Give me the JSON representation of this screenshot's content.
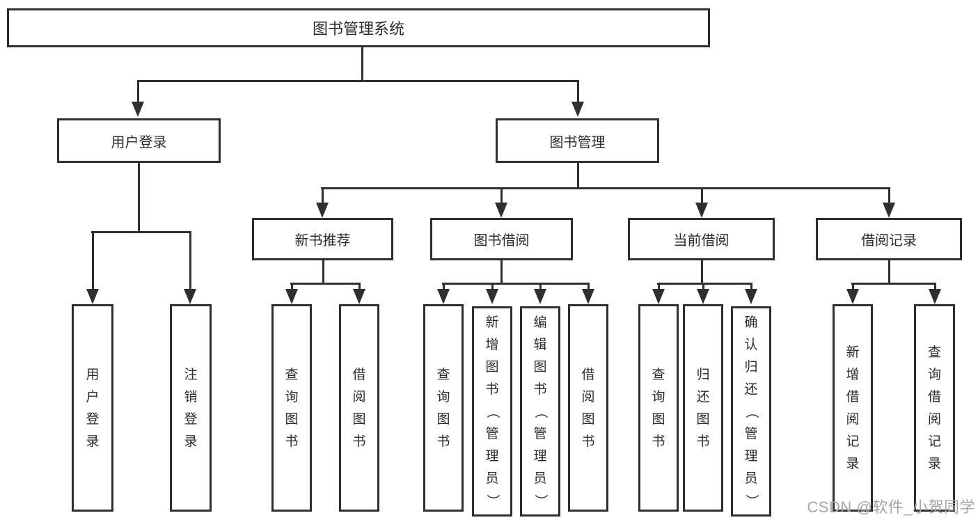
{
  "tree": {
    "root": {
      "label": "图书管理系统"
    },
    "level2": [
      {
        "label": "用户登录",
        "children": [
          {
            "label": "用户登录"
          },
          {
            "label": "注销登录"
          }
        ]
      },
      {
        "label": "图书管理",
        "children": [
          {
            "label": "新书推荐",
            "children": [
              {
                "label": "查询图书"
              },
              {
                "label": "借阅图书"
              }
            ]
          },
          {
            "label": "图书借阅",
            "children": [
              {
                "label": "查询图书"
              },
              {
                "label": "新增图书（管理员）"
              },
              {
                "label": "编辑图书（管理员）"
              },
              {
                "label": "借阅图书"
              }
            ]
          },
          {
            "label": "当前借阅",
            "children": [
              {
                "label": "查询图书"
              },
              {
                "label": "归还图书"
              },
              {
                "label": "确认归还（管理员）"
              }
            ]
          },
          {
            "label": "借阅记录",
            "children": [
              {
                "label": "新增借阅记录"
              },
              {
                "label": "查询借阅记录"
              }
            ]
          }
        ]
      }
    ]
  },
  "watermark": "CSDN @软件_小贺同学",
  "colors": {
    "line": "#2f2f2f",
    "text": "#2b2b2b",
    "watermark": "#a6a6a6",
    "background": "#ffffff"
  }
}
